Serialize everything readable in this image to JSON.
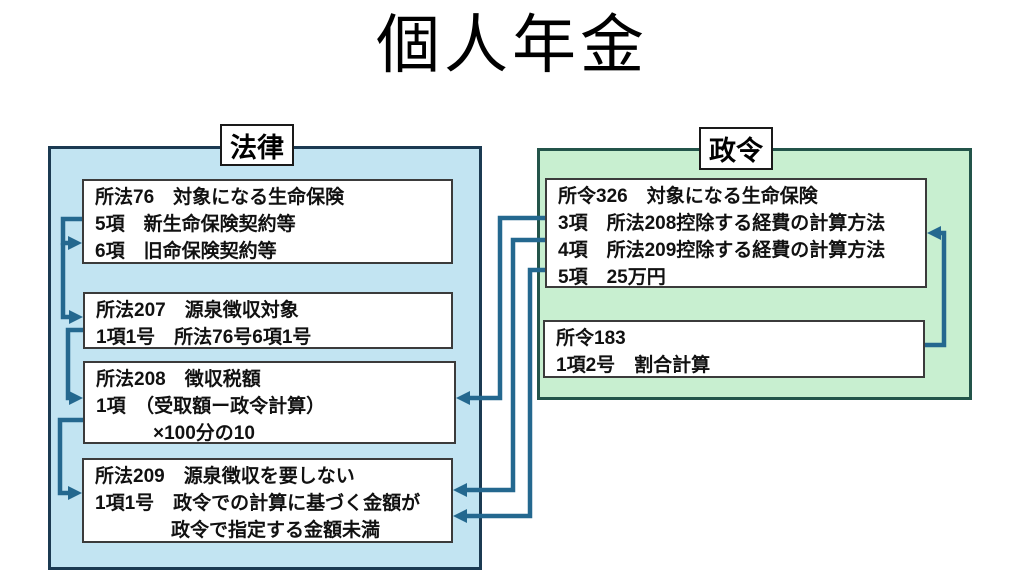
{
  "title": "個人年金",
  "colors": {
    "panel_blue_fill": "#C2E4F2",
    "panel_blue_border": "#1B3A52",
    "panel_green_fill": "#C8EFD0",
    "panel_green_border": "#23544A",
    "connector": "#24688F",
    "box_border": "#3B3B3B"
  },
  "law_panel": {
    "label": "法律",
    "boxes": [
      {
        "id": "shoho-76",
        "lines": [
          "所法76　対象になる生命保険",
          "5項　新生命保険契約等",
          "6項　旧命保険契約等"
        ]
      },
      {
        "id": "shoho-207",
        "lines": [
          "所法207　源泉徴収対象",
          "1項1号　所法76号6項1号"
        ]
      },
      {
        "id": "shoho-208",
        "lines": [
          "所法208　徴収税額",
          "1項　（受取額ー政令計算）",
          "　　　×100分の10"
        ]
      },
      {
        "id": "shoho-209",
        "lines": [
          "所法209　源泉徴収を要しない",
          "1項1号　政令での計算に基づく金額が",
          "　　　　政令で指定する金額未満"
        ]
      }
    ]
  },
  "ordinance_panel": {
    "label": "政令",
    "boxes": [
      {
        "id": "shorei-326",
        "lines": [
          "所令326　対象になる生命保険",
          "3項　所法208控除する経費の計算方法",
          "4項　所法209控除する経費の計算方法",
          "5項　25万円"
        ]
      },
      {
        "id": "shorei-183",
        "lines": [
          "所令183",
          "1項2号　割合計算"
        ]
      }
    ]
  }
}
